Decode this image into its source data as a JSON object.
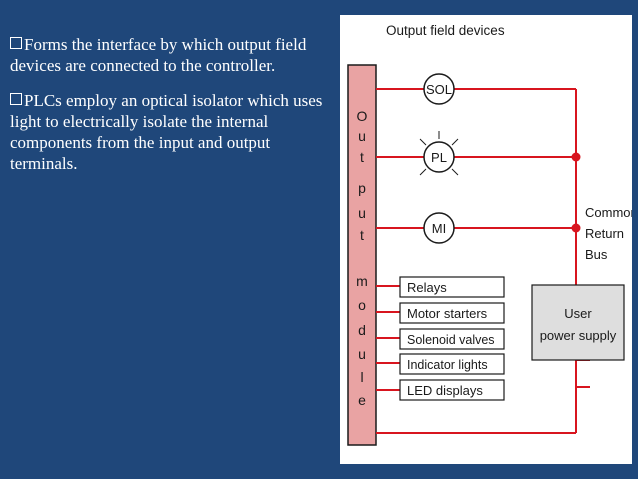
{
  "bullets": [
    "Forms the interface by which output field devices are connected to the controller.",
    "PLCs employ an optical isolator which uses light to electrically isolate the internal components from the input and output terminals."
  ],
  "diagram": {
    "title": "Output field devices",
    "module_letters": [
      "O",
      "u",
      "t",
      "p",
      "u",
      "t",
      "m",
      "o",
      "d",
      "u",
      "l",
      "e"
    ],
    "devices": [
      "SOL",
      "PL",
      "MI"
    ],
    "device_list": [
      "Relays",
      "Motor starters",
      "Solenoid valves",
      "Indicator lights",
      "LED displays"
    ],
    "bus_label": [
      "Common",
      "Return",
      "Bus"
    ],
    "supply_label": [
      "User",
      "power supply"
    ],
    "colors": {
      "wire": "#d8151f",
      "module": "#e9a3a3",
      "supply_box": "#dedede",
      "text": "#1a1a1a"
    }
  }
}
